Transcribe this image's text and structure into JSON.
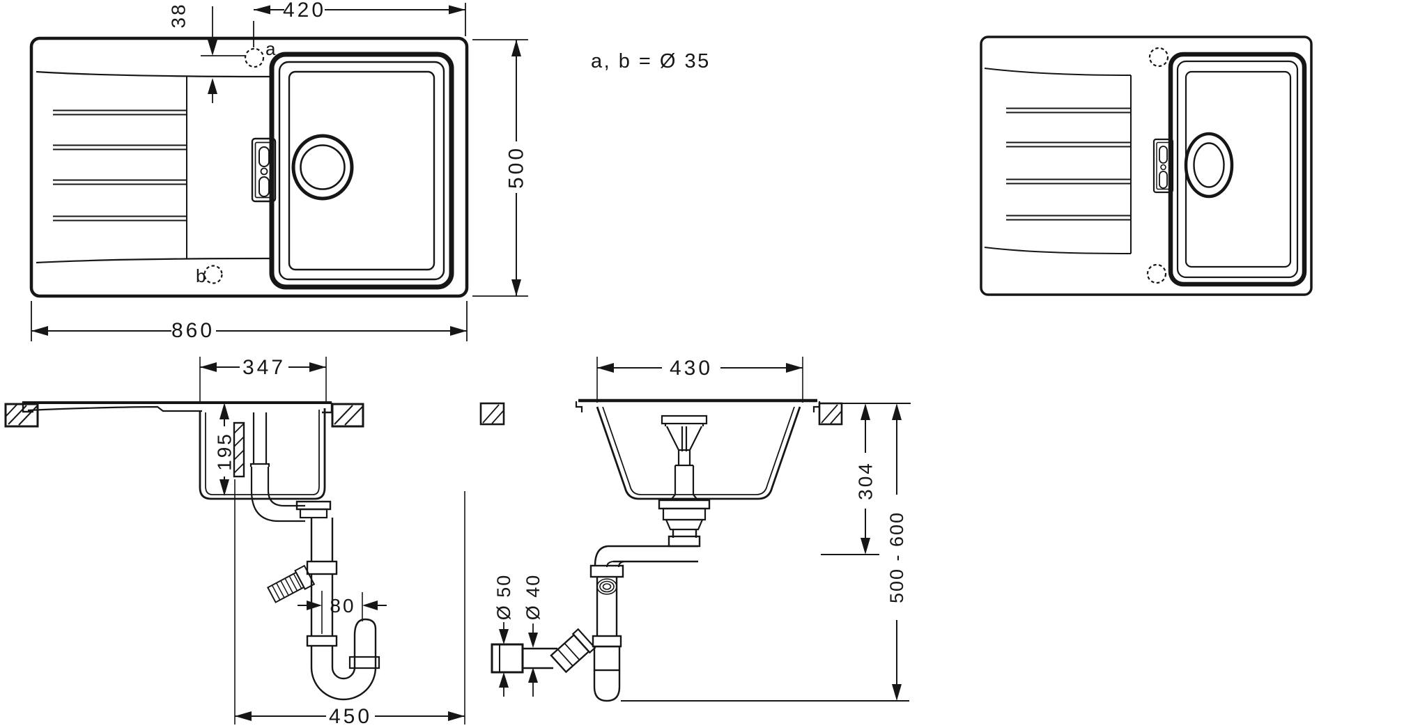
{
  "annotation": {
    "tap_holes_note": "a, b = Ø 35",
    "hole_a_label": "a",
    "hole_b_label": "b"
  },
  "plan_view": {
    "bowl_module_width": "420",
    "tap_hole_setback": "38",
    "depth": "500",
    "total_width": "860"
  },
  "side_section": {
    "bowl_length_top": "347",
    "bowl_depth": "195",
    "trap_offset": "80",
    "cabinet_width": "450"
  },
  "front_section": {
    "bowl_width_top": "430",
    "drain_outlet_height": "304",
    "install_height_range": "500 - 600",
    "wall_pipe_diameter": "Ø 50",
    "drain_pipe_diameter": "Ø 40"
  }
}
